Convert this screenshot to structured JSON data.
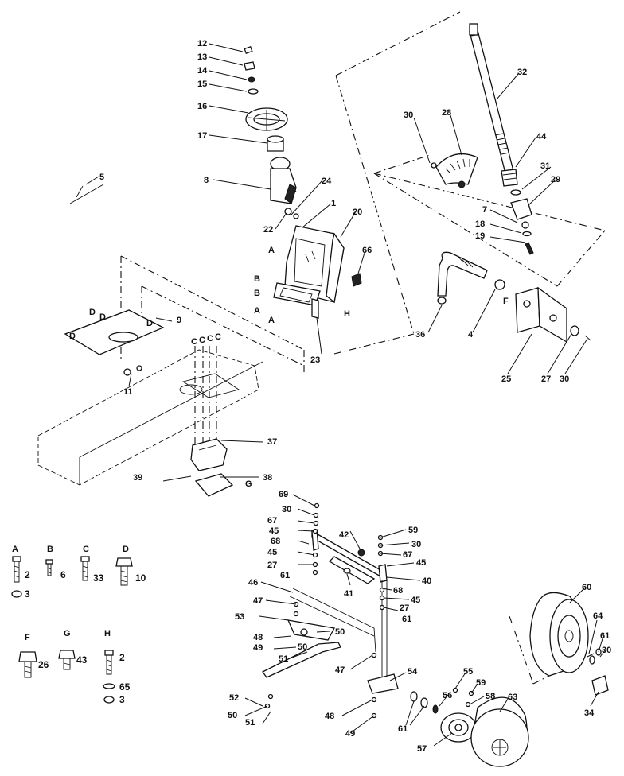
{
  "callouts": {
    "c1": "1",
    "c4": "4",
    "c5": "5",
    "c7": "7",
    "c8": "8",
    "c9": "9",
    "c11": "11",
    "c12": "12",
    "c13": "13",
    "c14": "14",
    "c15": "15",
    "c16": "16",
    "c17": "17",
    "c18": "18",
    "c19": "19",
    "c20": "20",
    "c22": "22",
    "c23": "23",
    "c24": "24",
    "c25": "25",
    "c27a": "27",
    "c28": "28",
    "c29": "29",
    "c30a": "30",
    "c30b": "30",
    "c31": "31",
    "c32": "32",
    "c36": "36",
    "c37": "37",
    "c38": "38",
    "c39": "39",
    "c44": "44",
    "c66": "66",
    "c69": "69",
    "c30c": "30",
    "c67a": "67",
    "c45a": "45",
    "c68a": "68",
    "c45b": "45",
    "c27b": "27",
    "c61a": "61",
    "c42": "42",
    "c59a": "59",
    "c30d": "30",
    "c67b": "67",
    "c45c": "45",
    "c40": "40",
    "c41": "41",
    "c68b": "68",
    "c45d": "45",
    "c27c": "27",
    "c61b": "61",
    "c46": "46",
    "c47a": "47",
    "c53": "53",
    "c50a": "50",
    "c50b": "50",
    "c48a": "48",
    "c49a": "49",
    "c51a": "51",
    "c47b": "47",
    "c54": "54",
    "c52": "52",
    "c50c": "50",
    "c51b": "51",
    "c48b": "48",
    "c49b": "49",
    "c61c": "61",
    "c56": "56",
    "c55": "55",
    "c59b": "59",
    "c58": "58",
    "c63": "63",
    "c57": "57",
    "c60": "60",
    "c64": "64",
    "c61d": "61",
    "c30e": "30",
    "c34": "34"
  },
  "letters": {
    "A1": "A",
    "A2": "A",
    "A3": "A",
    "A4": "A",
    "B1": "B",
    "B2": "B",
    "F": "F",
    "G": "G",
    "H": "H",
    "D1": "D",
    "D2": "D",
    "D3": "D",
    "D4": "D",
    "C1": "C",
    "C2": "C",
    "C3": "C",
    "C4": "C"
  },
  "hardware_legend": [
    {
      "letter": "A",
      "qty": "2",
      "extra": "3"
    },
    {
      "letter": "B",
      "qty": "6"
    },
    {
      "letter": "C",
      "qty": "33"
    },
    {
      "letter": "D",
      "qty": "10"
    },
    {
      "letter": "F",
      "qty": "26"
    },
    {
      "letter": "G",
      "qty": "43"
    },
    {
      "letter": "H",
      "qty": "2",
      "extra": "65",
      "extra2": "3"
    }
  ]
}
